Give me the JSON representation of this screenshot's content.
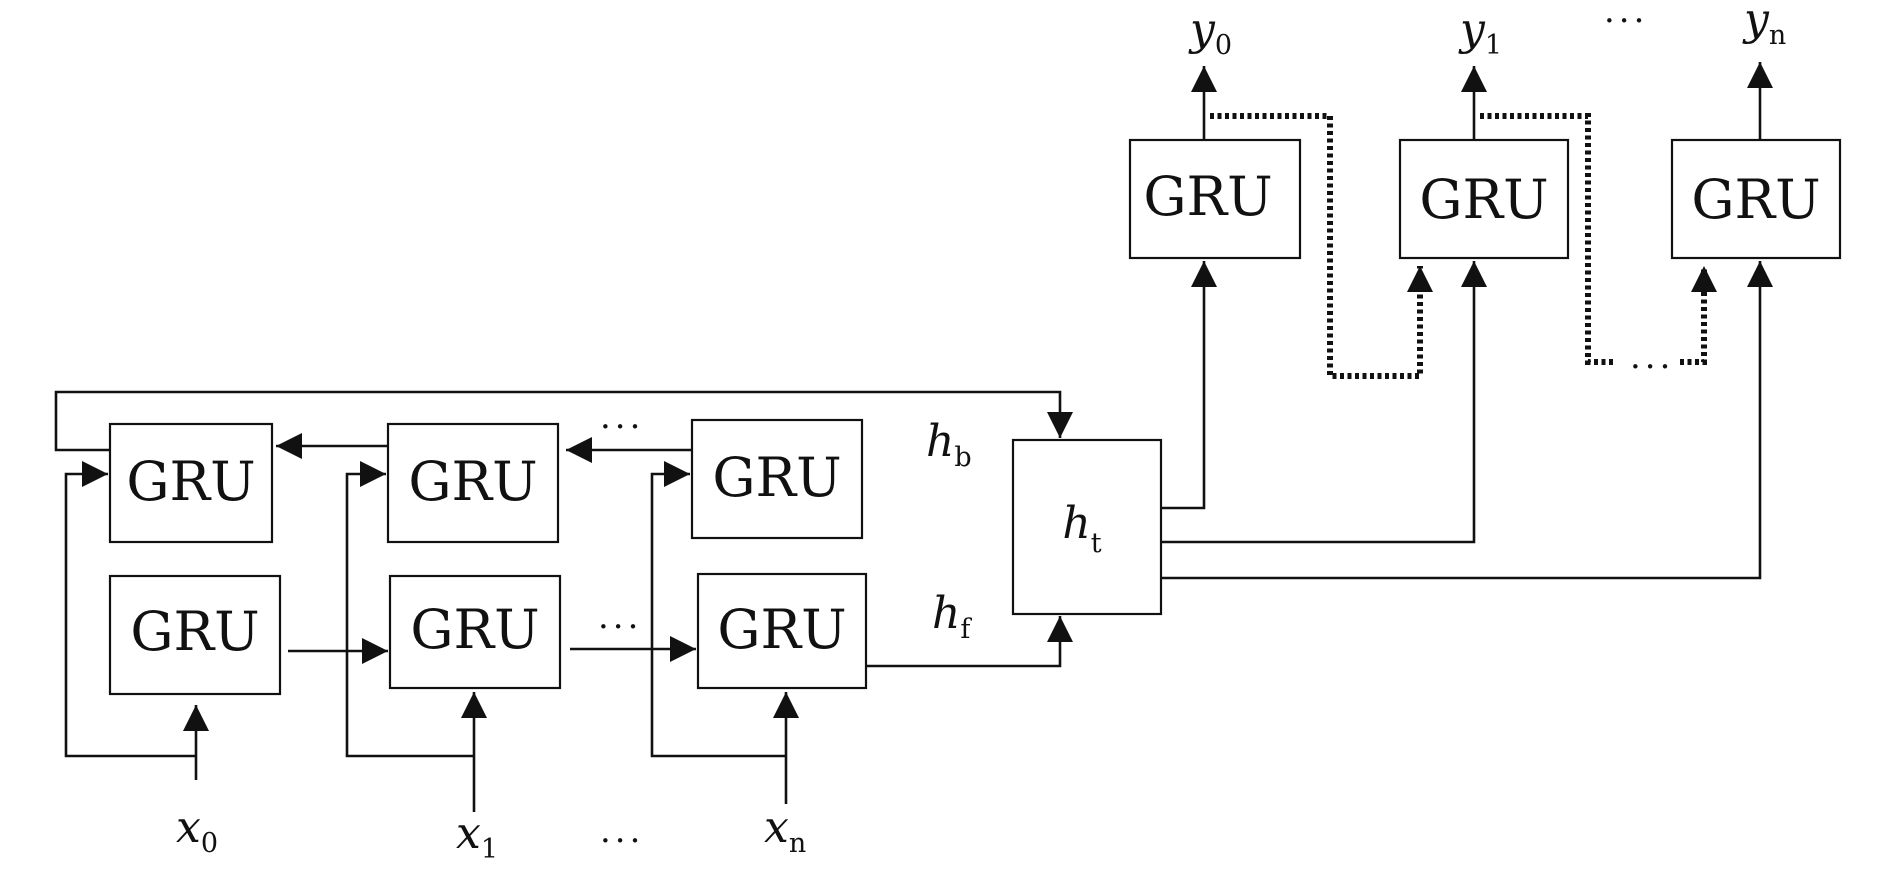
{
  "gru_label": "GRU",
  "ellipsis": "···",
  "inputs": [
    {
      "base": "x",
      "sub": "0"
    },
    {
      "base": "x",
      "sub": "1"
    },
    {
      "base": "x",
      "sub": "n"
    }
  ],
  "outputs": [
    {
      "base": "y",
      "sub": "0"
    },
    {
      "base": "y",
      "sub": "1"
    },
    {
      "base": "y",
      "sub": "n"
    }
  ],
  "hidden_backward": {
    "base": "h",
    "sub": "b"
  },
  "hidden_forward": {
    "base": "h",
    "sub": "f"
  },
  "hidden_combined": {
    "base": "h",
    "sub": "t"
  }
}
